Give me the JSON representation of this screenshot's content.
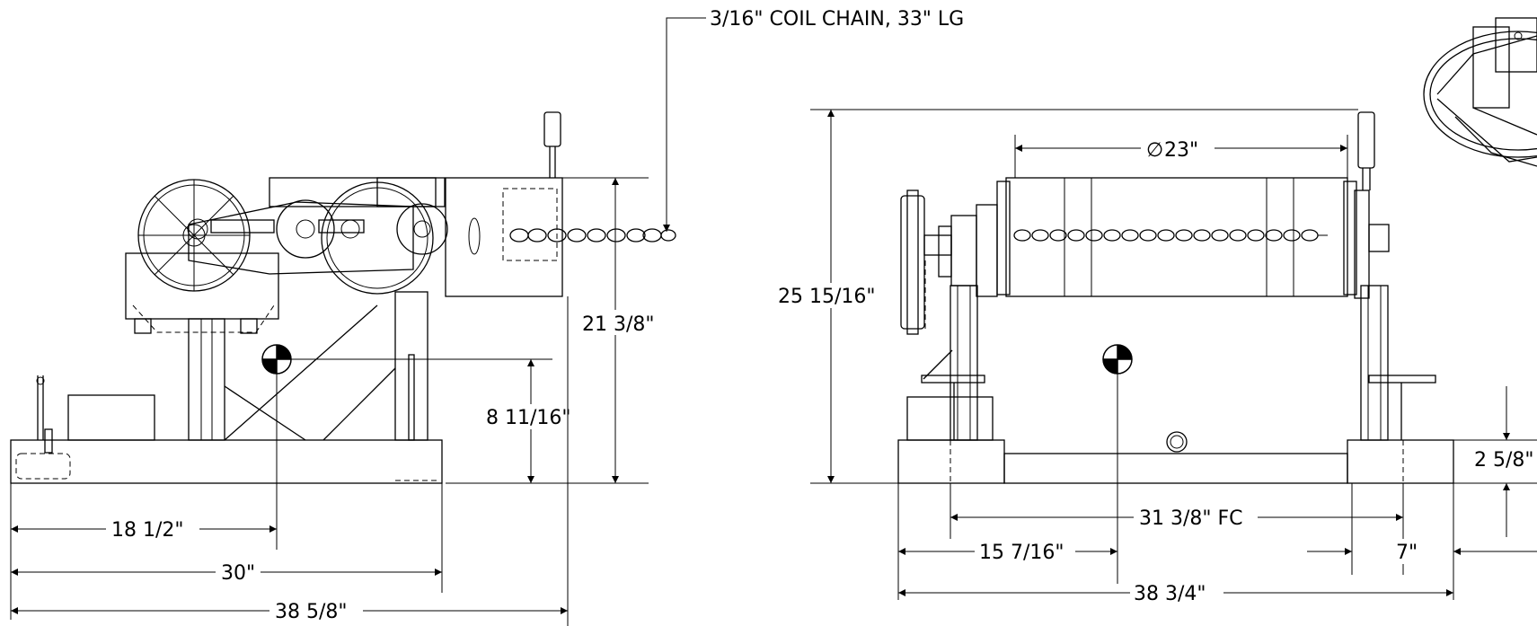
{
  "callout": "3/16\" COIL CHAIN, 33\" LG",
  "side_view": {
    "dims": {
      "height_overall": "21 3/8\"",
      "cg_height": "8 11/16\"",
      "cg_from_left": "18 1/2\"",
      "base_length": "30\"",
      "overall_length": "38 5/8\""
    }
  },
  "front_view": {
    "dims": {
      "drum_diameter": "23\"",
      "diameter_symbol": "∅",
      "height_overall": "25 15/16\"",
      "base_height": "2 5/8\"",
      "frame_centers": "31 3/8\" FC",
      "cg_from_left": "15 7/16\"",
      "end_offset": "7\"",
      "overall_length": "38 3/4\""
    }
  },
  "cg_symbols": [
    "center-of-gravity",
    "center-of-gravity"
  ]
}
